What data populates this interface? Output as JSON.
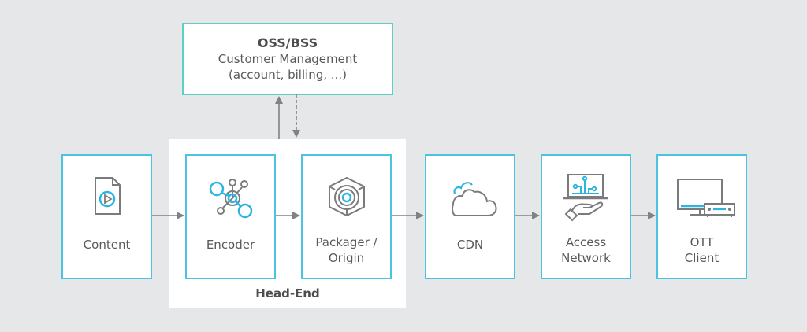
{
  "diagram": {
    "oss_bss": {
      "title": "OSS/BSS",
      "line1": "Customer Management",
      "line2": "(account, billing, ...)"
    },
    "headend_label": "Head-End",
    "nodes": [
      {
        "id": "content",
        "icon": "video-file-icon",
        "line1": "Content",
        "line2": ""
      },
      {
        "id": "encoder",
        "icon": "network-nodes-icon",
        "line1": "Encoder",
        "line2": ""
      },
      {
        "id": "packager",
        "icon": "packager-cube-icon",
        "line1": "Packager /",
        "line2": "Origin"
      },
      {
        "id": "cdn",
        "icon": "cloud-icon",
        "line1": "CDN",
        "line2": ""
      },
      {
        "id": "access",
        "icon": "hand-laptop-icon",
        "line1": "Access",
        "line2": "Network"
      },
      {
        "id": "ott",
        "icon": "tv-settop-icon",
        "line1": "OTT",
        "line2": "Client"
      }
    ],
    "edges": [
      {
        "from": "content",
        "to": "encoder",
        "style": "solid"
      },
      {
        "from": "encoder",
        "to": "packager",
        "style": "solid"
      },
      {
        "from": "packager",
        "to": "cdn",
        "style": "solid"
      },
      {
        "from": "cdn",
        "to": "access",
        "style": "solid"
      },
      {
        "from": "access",
        "to": "ott",
        "style": "solid"
      },
      {
        "from": "headend",
        "to": "oss_bss",
        "style": "solid"
      },
      {
        "from": "oss_bss",
        "to": "headend",
        "style": "dashed"
      }
    ],
    "colors": {
      "background": "#e6e7e8",
      "node_border": "#4cc3e3",
      "oss_border": "#5ccfc6",
      "icon_gray": "#7a7b7d",
      "icon_accent": "#2bb5e0",
      "arrow": "#808285"
    }
  }
}
